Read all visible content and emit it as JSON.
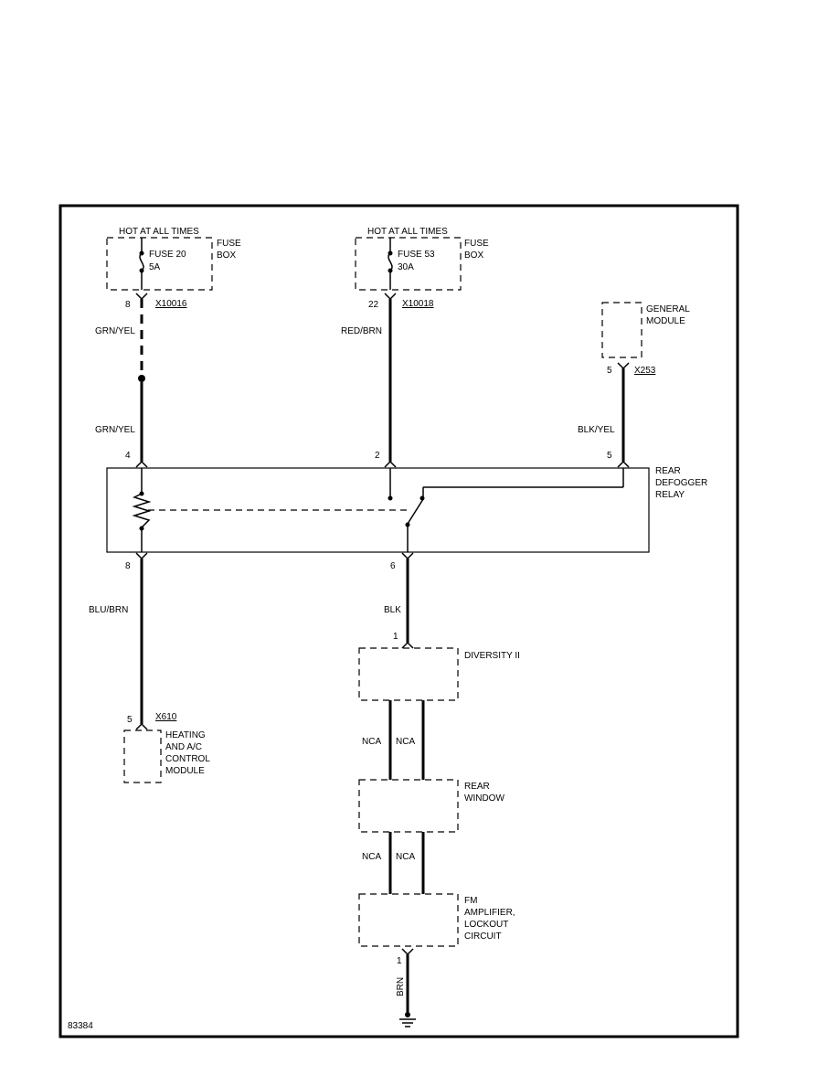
{
  "fuse_box_1": {
    "hot_label": "HOT AT ALL TIMES",
    "fuse_name": "FUSE 20",
    "fuse_rating": "5A",
    "box_label_1": "FUSE",
    "box_label_2": "BOX",
    "pin": "8",
    "connector": "X10016"
  },
  "fuse_box_2": {
    "hot_label": "HOT AT ALL TIMES",
    "fuse_name": "FUSE 53",
    "fuse_rating": "30A",
    "box_label_1": "FUSE",
    "box_label_2": "BOX",
    "pin": "22",
    "connector": "X10018"
  },
  "general_module": {
    "label_1": "GENERAL",
    "label_2": "MODULE",
    "pin": "5",
    "connector": "X253"
  },
  "wires": {
    "w1_upper": "GRN/YEL",
    "w1_lower": "GRN/YEL",
    "w2": "RED/BRN",
    "w3": "BLK/YEL",
    "w4": "BLU/BRN",
    "w5": "BLK",
    "nca_1": "NCA",
    "nca_2": "NCA",
    "nca_3": "NCA",
    "nca_4": "NCA",
    "w_ground": "BRN"
  },
  "relay": {
    "label_1": "REAR",
    "label_2": "DEFOGGER",
    "label_3": "RELAY",
    "pin_top_left": "4",
    "pin_top_mid": "2",
    "pin_top_right": "5",
    "pin_bottom_left": "8",
    "pin_bottom_mid": "6"
  },
  "hvac_module": {
    "pin": "5",
    "connector": "X610",
    "label_1": "HEATING",
    "label_2": "AND A/C",
    "label_3": "CONTROL",
    "label_4": "MODULE"
  },
  "diversity": {
    "pin": "1",
    "label": "DIVERSITY II"
  },
  "rear_window": {
    "label_1": "REAR",
    "label_2": "WINDOW"
  },
  "fm_amp": {
    "label_1": "FM",
    "label_2": "AMPLIFIER,",
    "label_3": "LOCKOUT",
    "label_4": "CIRCUIT",
    "pin": "1"
  },
  "figure_id": "83384"
}
